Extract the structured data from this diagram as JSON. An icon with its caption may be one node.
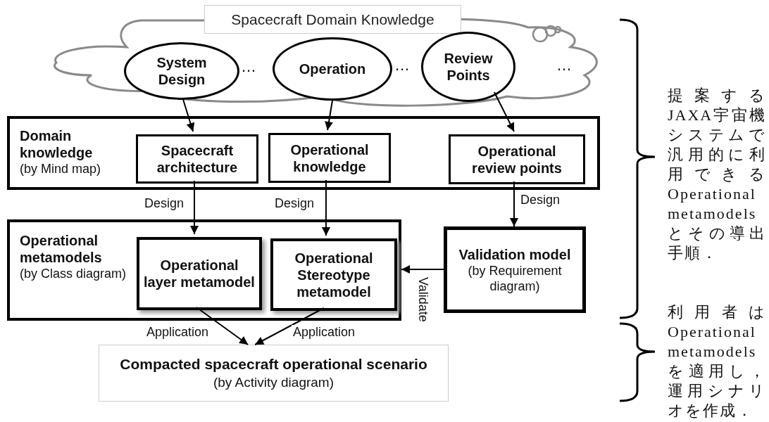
{
  "diagram": {
    "nodes": [
      {
        "text": [
          "Spacecraft Domain Knowledge"
        ]
      },
      {
        "text": [
          "System Design"
        ],
        "in": 0
      },
      {
        "text": [
          "Operation"
        ],
        "in": 0
      },
      {
        "text": [
          "Review Points"
        ],
        "in": 0
      },
      {
        "text": [
          "Domain knowledge",
          "(by Mind map)"
        ]
      },
      {
        "text": [
          "Spacecraft architecture"
        ],
        "in": 4
      },
      {
        "text": [
          "Operational knowledge"
        ],
        "in": 4
      },
      {
        "text": [
          "Operational review points"
        ],
        "in": 4
      },
      {
        "text": [
          "Operational metamodels",
          "(by Class diagram)"
        ]
      },
      {
        "text": [
          "Operational layer metamodel"
        ],
        "in": 8
      },
      {
        "text": [
          "Operational Stereotype metamodel"
        ],
        "in": 8
      },
      {
        "text": [
          "Validation model",
          "(by Requirement diagram)"
        ]
      },
      {
        "text": [
          "Compacted spacecraft operational scenario",
          "(by Activity diagram)"
        ]
      }
    ],
    "edges": [
      {
        "from": 1,
        "to": 5,
        "arrow": "to"
      },
      {
        "from": 2,
        "to": 6,
        "arrow": "to"
      },
      {
        "from": 3,
        "to": 7,
        "arrow": "to"
      },
      {
        "from": 5,
        "to": 9,
        "arrow": "to",
        "label": "Design"
      },
      {
        "from": 6,
        "to": 10,
        "arrow": "to",
        "label": "Design"
      },
      {
        "from": 7,
        "to": 11,
        "arrow": "to",
        "label": "Design"
      },
      {
        "from": 11,
        "to": 8,
        "arrow": "to",
        "label": "Validate"
      },
      {
        "from": 9,
        "to": 12,
        "arrow": "to",
        "label": "Application"
      },
      {
        "from": 10,
        "to": 12,
        "arrow": "to",
        "label": "Application"
      }
    ],
    "labels": [
      "…",
      "…",
      "…",
      "提案するJAXA宇宙機システムで汎用的に利用できるOperational metamodelsとその導出手順．",
      "利用者はOperational metamodelsを適用し，運用シナリオを作成．"
    ]
  }
}
